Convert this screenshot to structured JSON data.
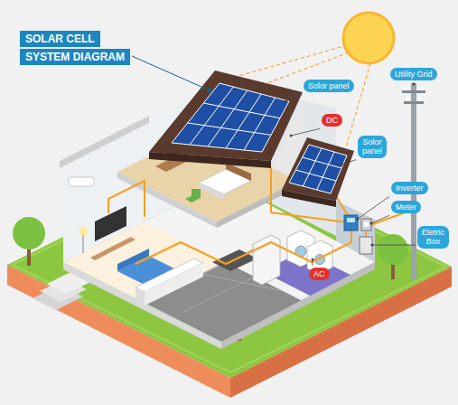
{
  "diagram": {
    "title": "SOLAR CELL SYSTEM DIAGRAM",
    "nodes": [
      {
        "text": [
          "Utility Grid"
        ]
      },
      {
        "text": [
          "Solor panel"
        ]
      },
      {
        "text": [
          "DC"
        ]
      },
      {
        "text": [
          "Solor panel"
        ]
      },
      {
        "text": [
          "Inverter"
        ]
      },
      {
        "text": [
          "Meter"
        ]
      },
      {
        "text": [
          "Eletric Box"
        ]
      },
      {
        "text": [
          "AC"
        ]
      }
    ]
  }
}
